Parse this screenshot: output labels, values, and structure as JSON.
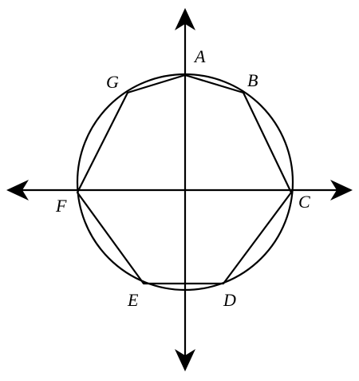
{
  "colors": {
    "ink": "#000000",
    "background": "#ffffff"
  },
  "labels": {
    "A": "A",
    "B": "B",
    "C": "C",
    "D": "D",
    "E": "E",
    "F": "F",
    "G": "G"
  }
}
